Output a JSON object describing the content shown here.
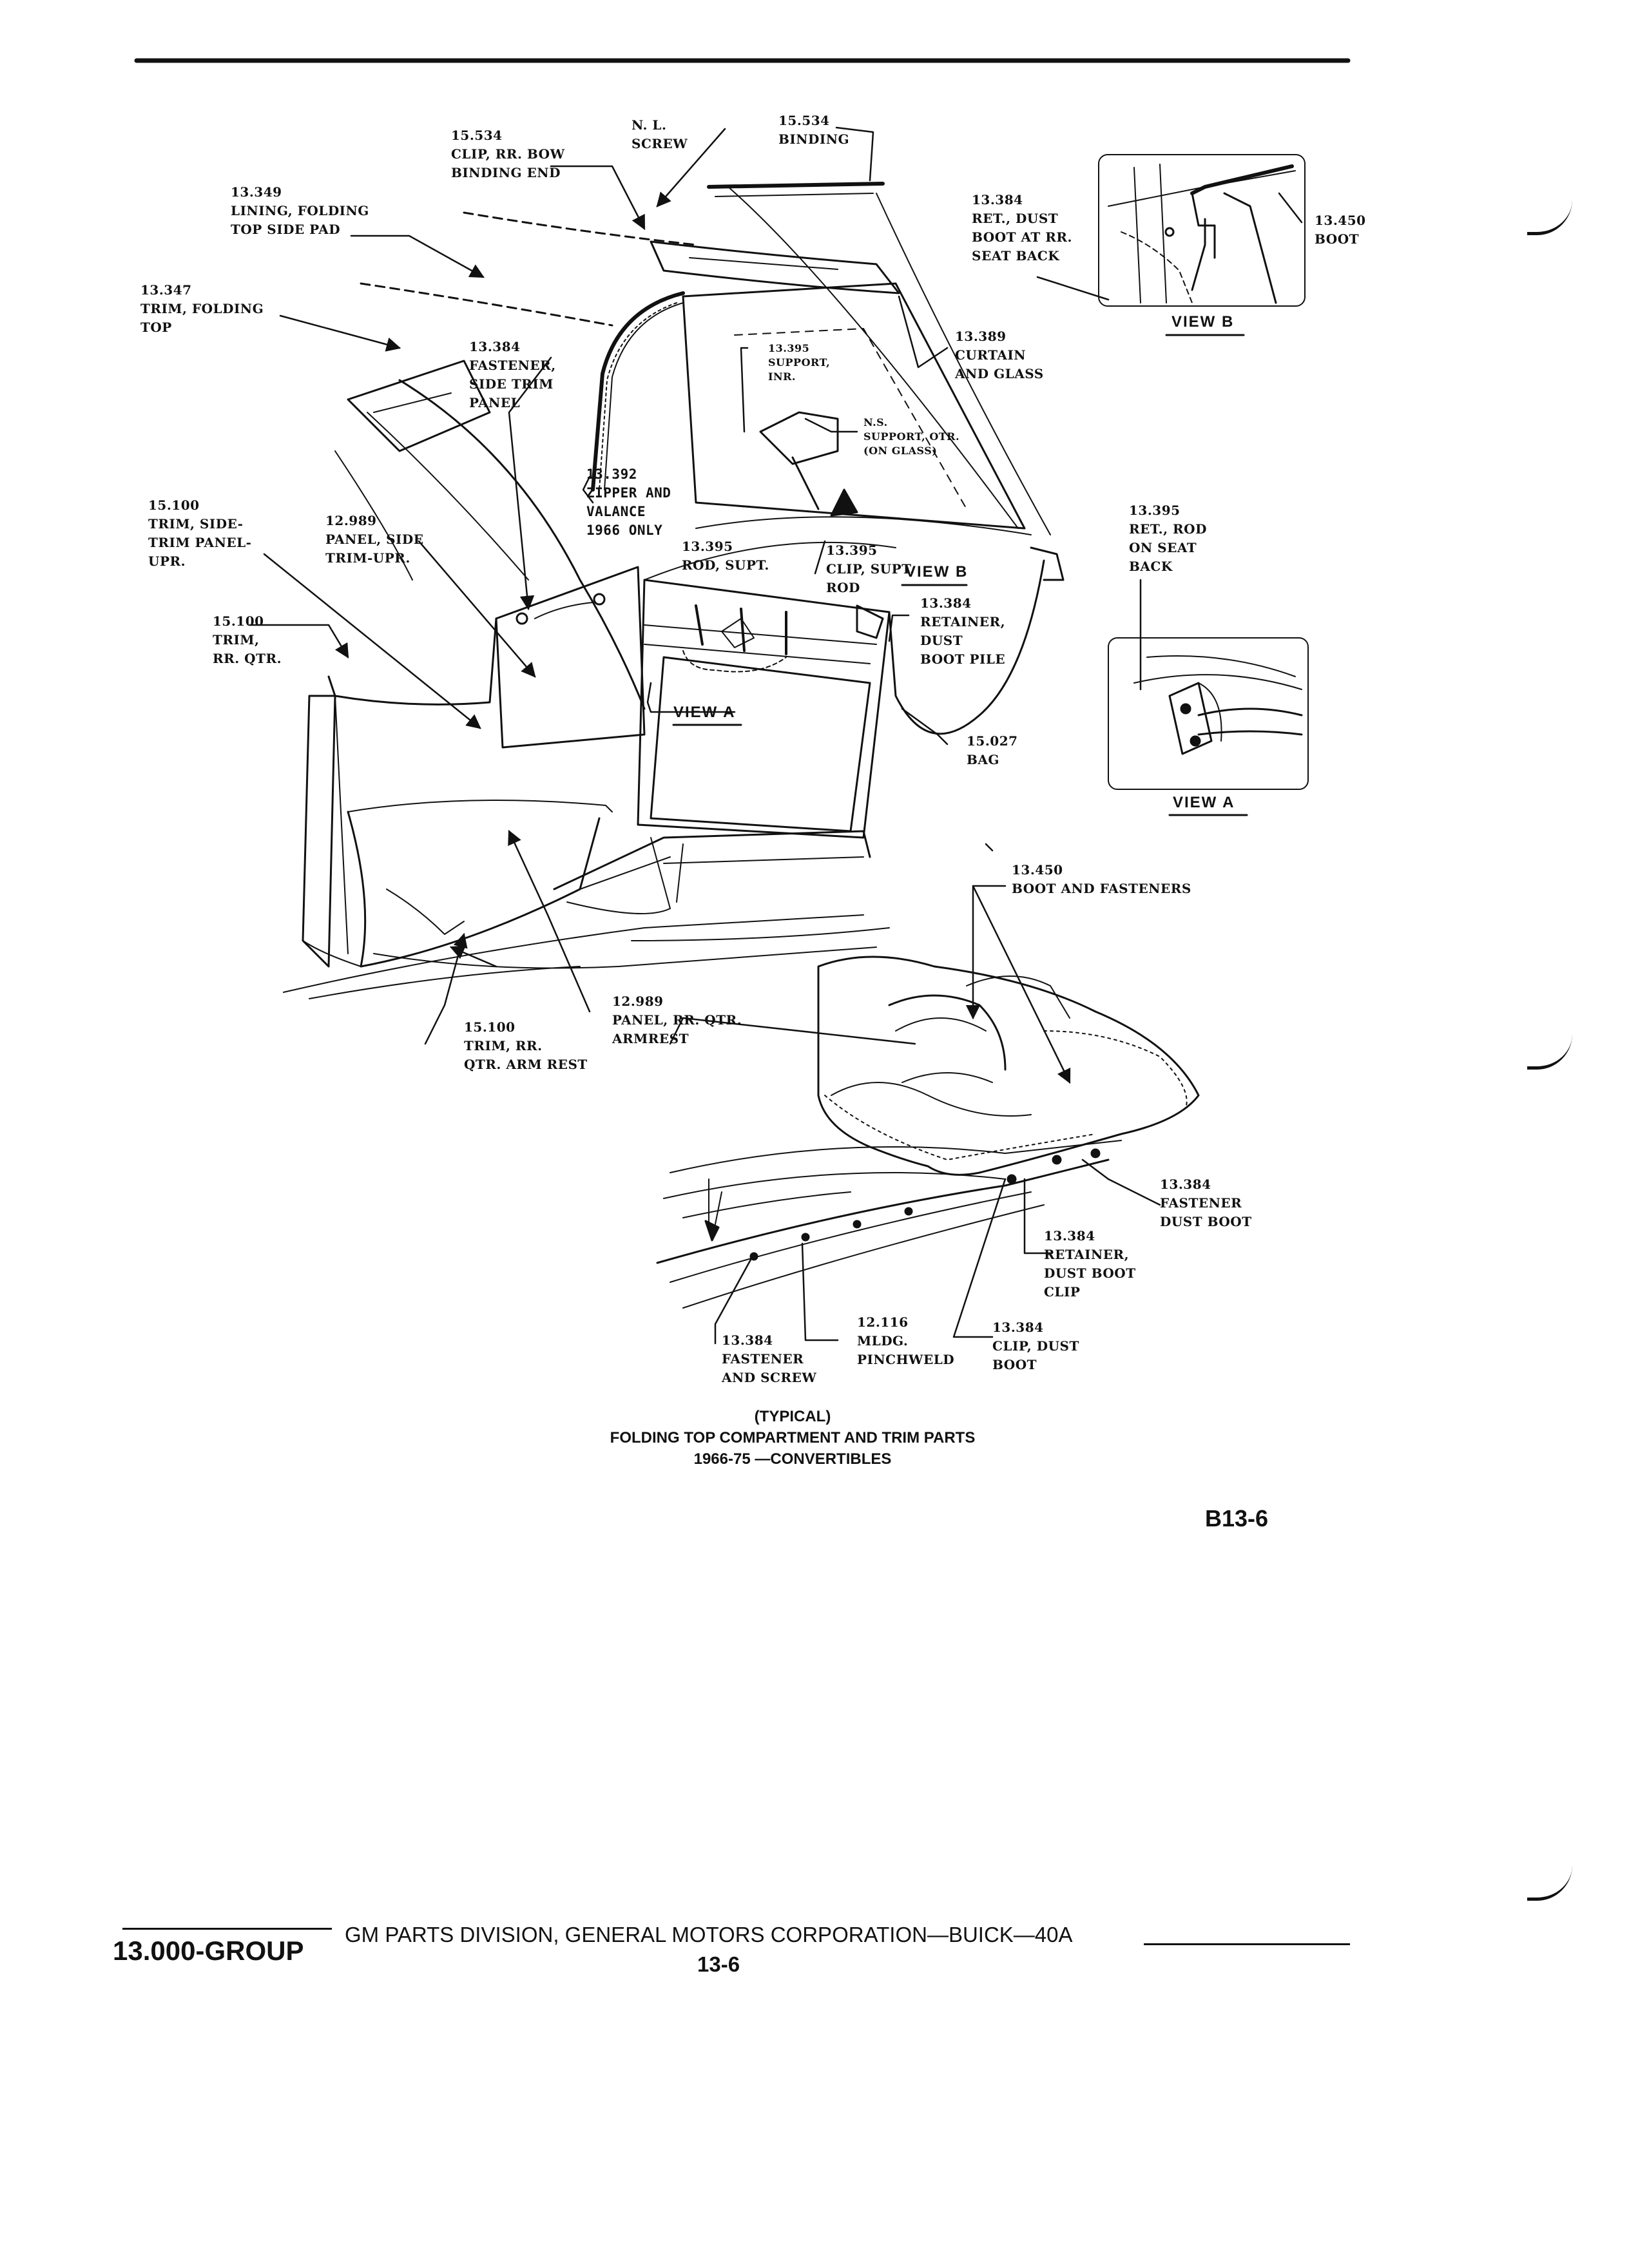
{
  "labels": {
    "clip_rr_bow": "15.534\nCLIP, RR. BOW\nBINDING END",
    "nl_screw": "N. L.\nSCREW",
    "binding": "15.534\nBINDING",
    "lining": "13.349\nLINING, FOLDING\nTOP SIDE PAD",
    "trim_folding_top": "13.347\nTRIM, FOLDING\nTOP",
    "ret_dust_boot": "13.384\nRET., DUST\nBOOT AT RR.\nSEAT BACK",
    "boot_13450": "13.450\nBOOT",
    "fastener_side_trim": "13.384\nFASTENER,\nSIDE TRIM\nPANEL",
    "support_inr": "13.395\nSUPPORT,\nINR.",
    "curtain_glass": "13.389\nCURTAIN\nAND GLASS",
    "support_otr": "N.S.\nSUPPORT, OTR.\n(ON GLASS)",
    "zipper_valance": "13.392\nZIPPER AND\nVALANCE\n1966 ONLY",
    "trim_side_panel": "15.100\nTRIM, SIDE-\nTRIM PANEL-\nUPR.",
    "panel_side_trim": "12.989\nPANEL, SIDE\nTRIM-UPR.",
    "rod_supt": "13.395\nROD, SUPT.",
    "clip_supt_rod": "13.395\nCLIP, SUPT.\nROD",
    "ret_rod_seat_back": "13.395\nRET., ROD\nON SEAT\nBACK",
    "retainer_dust_pile": "13.384\nRETAINER,\nDUST\nBOOT PILE",
    "trim_rr_qtr": "15.100\nTRIM,\nRR. QTR.",
    "bag": "15.027\nBAG",
    "boot_fasteners": "13.450\nBOOT AND FASTENERS",
    "panel_rr_qtr": "12.989\nPANEL, RR. QTR.\nARMREST",
    "trim_rr_qtr_arm": "15.100\nTRIM, RR.\nQTR. ARM REST",
    "fastener_dust_boot": "13.384\nFASTENER\nDUST BOOT",
    "retainer_dust_clip": "13.384\nRETAINER,\nDUST BOOT\nCLIP",
    "fastener_screw": "13.384\nFASTENER\nAND SCREW",
    "mldg": "12.116\nMLDG.\nPINCHWELD",
    "clip_dust_boot": "13.384\nCLIP, DUST\nBOOT"
  },
  "views": {
    "view_a": "VIEW A",
    "view_b": "VIEW B"
  },
  "caption": {
    "line1": "(TYPICAL)",
    "line2": "FOLDING TOP COMPARTMENT AND TRIM PARTS",
    "line3": "1966-75 —CONVERTIBLES"
  },
  "figure_code": "B13-6",
  "footer": {
    "group": "13.000-GROUP",
    "division": "GM PARTS DIVISION,  GENERAL MOTORS CORPORATION—BUICK—40A",
    "page": "13-6"
  }
}
